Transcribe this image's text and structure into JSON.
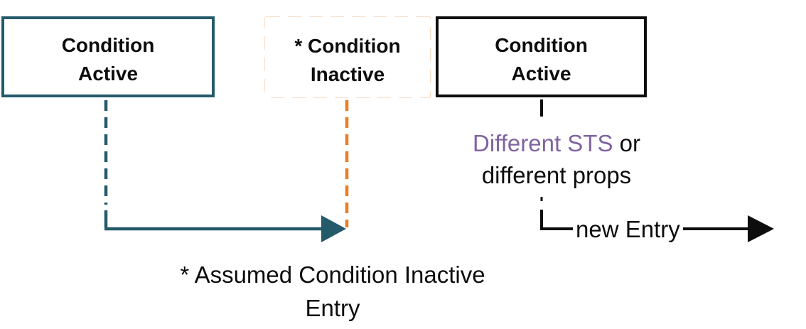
{
  "diagram": {
    "boxes": [
      {
        "id": "condition-active-left",
        "line1": "Condition",
        "line2": "Active",
        "border_color": "#255a6b",
        "border_style": "solid"
      },
      {
        "id": "condition-inactive-mid",
        "line1": "* Condition",
        "line2": "Inactive",
        "border_color": "#ed7d23",
        "border_style": "dashed"
      },
      {
        "id": "condition-active-right",
        "line1": "Condition",
        "line2": "Active",
        "border_color": "#0d0d0d",
        "border_style": "solid"
      }
    ],
    "annotations": {
      "different_sts": "Different STS",
      "or_suffix": " or",
      "different_props": "different props",
      "new_entry": "new Entry",
      "footnote_line1": "* Assumed Condition Inactive",
      "footnote_line2": "Entry"
    },
    "colors": {
      "teal": "#255a6b",
      "orange": "#ed7d23",
      "purple": "#8064a2",
      "black": "#0d0d0d"
    }
  }
}
